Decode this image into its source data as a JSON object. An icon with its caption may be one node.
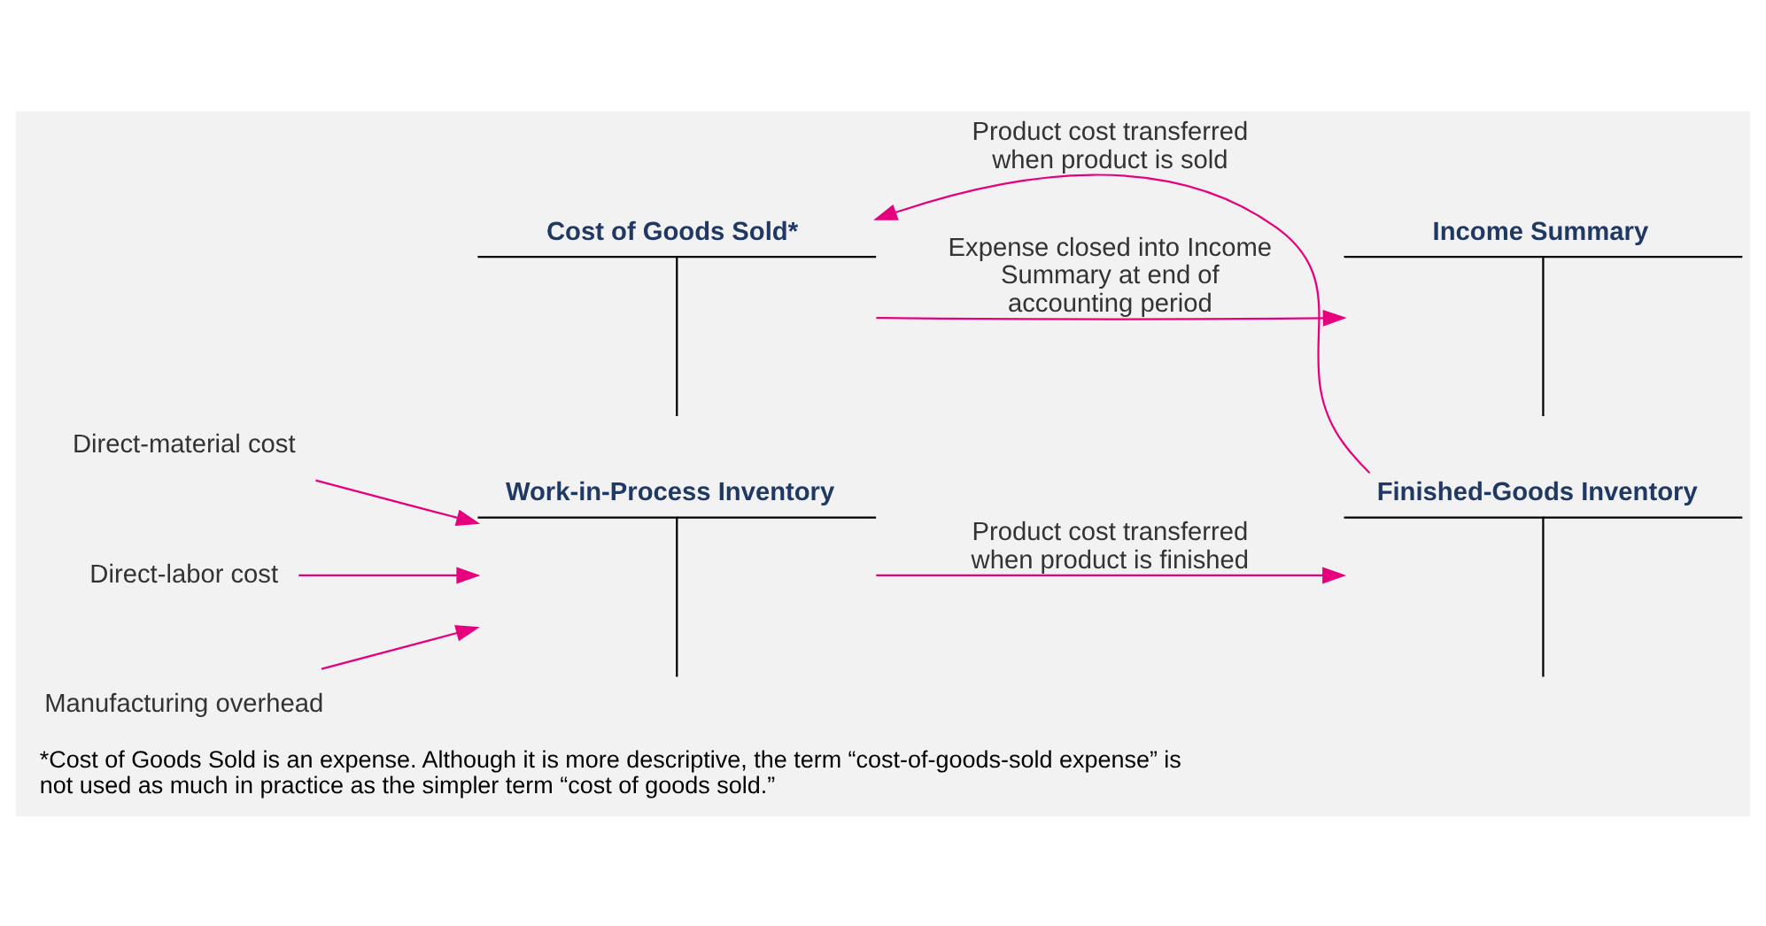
{
  "diagram": {
    "caption": "*Cost of Goods Sold is an expense. Although it is more descriptive, the term “cost-of-goods-sold expense” is not used as much in practice as the simpler term “cost of goods sold.”",
    "nodes": [
      {
        "text": [
          "Work-in-Process Inventory"
        ]
      },
      {
        "text": [
          "Finished-Goods Inventory"
        ]
      },
      {
        "text": [
          "Direct-material cost"
        ]
      },
      {
        "text": [
          "Direct-labor cost"
        ]
      },
      {
        "text": [
          "Manufacturing overhead"
        ]
      },
      {
        "text": [
          "Cost of Goods Sold*"
        ]
      },
      {
        "text": [
          "Income Summary"
        ]
      }
    ],
    "edges": [
      {
        "from": 2,
        "to": 0,
        "arrow": "to"
      },
      {
        "from": 3,
        "to": 0,
        "arrow": "to"
      },
      {
        "from": 4,
        "to": 0,
        "arrow": "to"
      },
      {
        "from": 0,
        "to": 1,
        "arrow": "to",
        "label": "Product cost transferred when product is finished"
      },
      {
        "from": 1,
        "to": 5,
        "arrow": "to",
        "label": "Product cost transferred when product is sold"
      },
      {
        "from": 5,
        "to": 6,
        "arrow": "to",
        "label": "Expense closed into Income Summary at end of accounting period"
      }
    ]
  }
}
